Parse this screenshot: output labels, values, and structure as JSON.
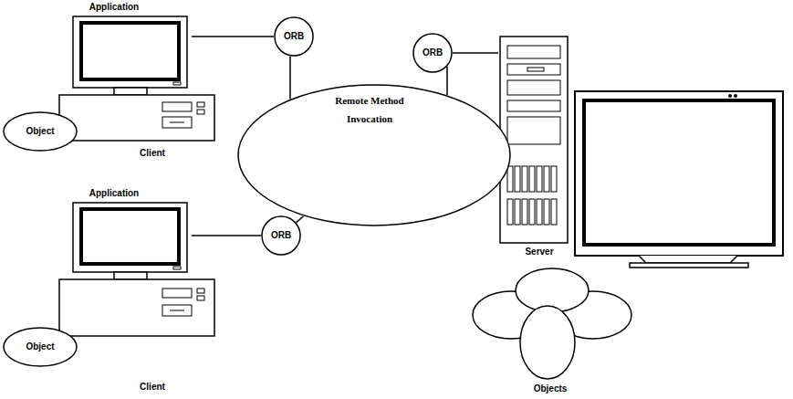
{
  "diagram": {
    "nodes": [
      {
        "text": [
          "Application",
          "Client"
        ]
      },
      {
        "text": [
          "Object"
        ]
      },
      {
        "text": [
          "ORB"
        ]
      },
      {
        "text": [
          "Remote Method Invocation"
        ]
      },
      {
        "text": [
          "ORB"
        ]
      },
      {
        "text": [
          "Server"
        ]
      },
      {
        "text": [
          "Application",
          "Client"
        ]
      },
      {
        "text": [
          "Object"
        ]
      },
      {
        "text": [
          "ORB"
        ]
      },
      {
        "text": [
          "Objects"
        ]
      }
    ],
    "edges": [
      {
        "from": 0,
        "to": 2,
        "arrow": "none"
      },
      {
        "from": 2,
        "to": 3,
        "arrow": "none"
      },
      {
        "from": 4,
        "to": 3,
        "arrow": "none"
      },
      {
        "from": 4,
        "to": 5,
        "arrow": "none"
      },
      {
        "from": 6,
        "to": 8,
        "arrow": "none"
      },
      {
        "from": 8,
        "to": 3,
        "arrow": "none"
      }
    ]
  }
}
